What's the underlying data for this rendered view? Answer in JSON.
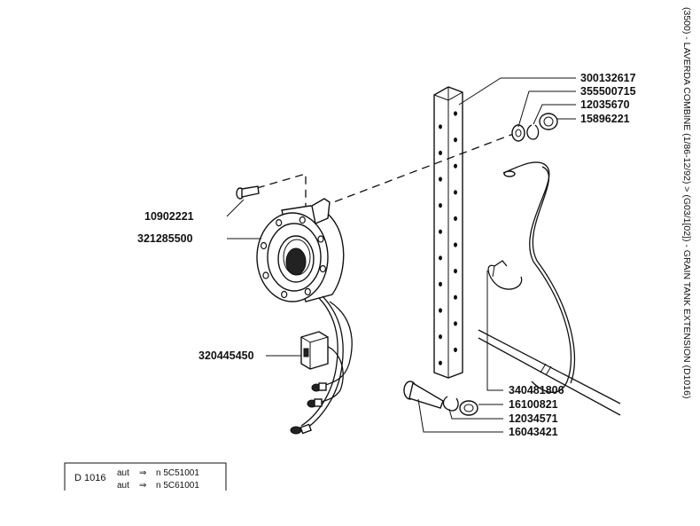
{
  "side_title": "(3500) - LAVERDA COMBINE (1/86-12/92) > (G03/1[02]) - GRAIN TANK EXTENSION (D1016)",
  "part_numbers": {
    "bracket": "300132617",
    "washer_large": "355500715",
    "lock_washer_top": "12035670",
    "nut_top": "15896221",
    "bolt_small": "10902221",
    "flange_unit": "321285500",
    "switch": "320445450",
    "cable_clip": "340481806",
    "nut_bottom": "16100821",
    "lock_washer_bottom": "12034571",
    "bolt_large": "16043421"
  },
  "info_box": {
    "code": "D 1016",
    "row1_prefix": "aut",
    "row1_arrow": "⇒",
    "row1_value": "n  5C51001",
    "row2_prefix": "aut",
    "row2_arrow": "⇒",
    "row2_value": "n  5C61001"
  }
}
